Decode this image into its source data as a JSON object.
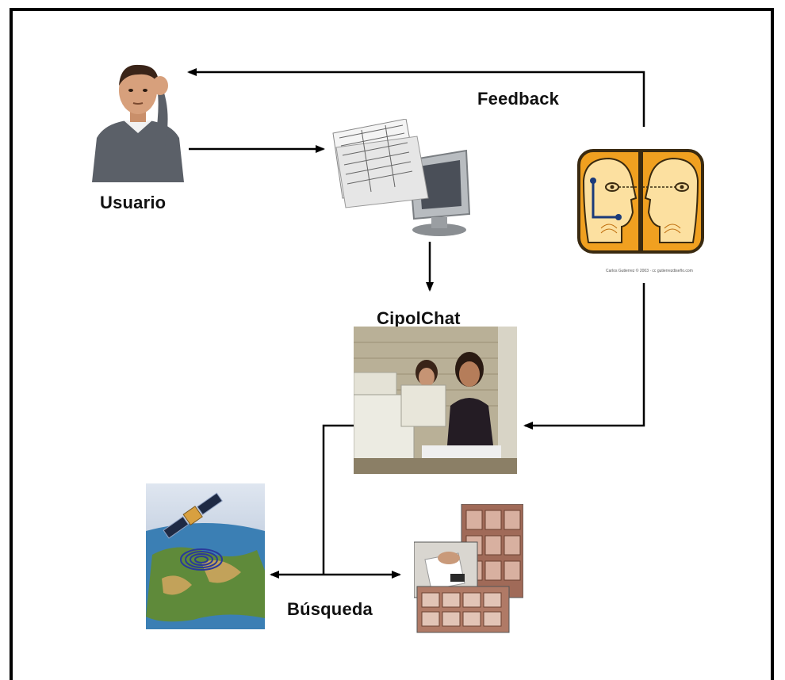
{
  "labels": {
    "usuario": "Usuario",
    "feedback": "Feedback",
    "cipolchat": "CipolChat",
    "busqueda": "Búsqueda"
  },
  "copyright": "Carlos Gutierrez © 2003 · cc gutierrezdiseño.com",
  "icons": {
    "user": "thinking-man-icon",
    "computer": "computer-form-icon",
    "heads": "face-to-face-heads-icon",
    "office": "office-workers-icon",
    "satellite": "satellite-earth-icon",
    "archive": "archive-files-icon"
  },
  "colors": {
    "line": "#000000",
    "heads_bg": "#f0a020",
    "heads_dark": "#3a2a10"
  }
}
